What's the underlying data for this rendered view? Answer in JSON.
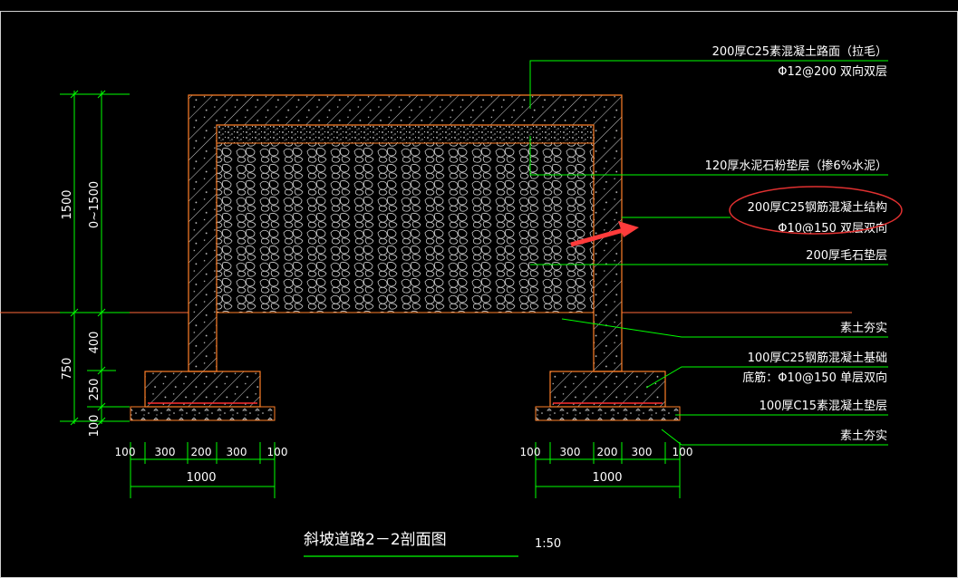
{
  "title": "斜坡道路2－2剖面图",
  "scale": "1:50",
  "colors": {
    "background": "#000000",
    "outline": "#ff7f27",
    "leader": "#00ff00",
    "dimension": "#00ff00",
    "rebar": "#ff3030",
    "hatch": "#d8d8d8",
    "highlight": "#e03030",
    "arrow": "#ff3b3b",
    "text": "#ffffff"
  },
  "labels": {
    "top_slab": "200厚C25素混凝土路面（拉毛）",
    "top_slab_rebar": "Φ12@200  双向双层",
    "cushion": "120厚水泥石粉垫层（掺6%水泥）",
    "rc_structure": "200厚C25钢筋混凝土结构",
    "rc_structure_rebar": "Φ10@150  双层双向",
    "rubble": "200厚毛石垫层",
    "soil_fill_top": "素土夯实",
    "footing": "100厚C25钢筋混凝土基础",
    "footing_rebar": "底筋：Φ10@150  单层双向",
    "plain_concrete": "100厚C15素混凝土垫层",
    "soil_fill_bottom": "素土夯实"
  },
  "vertical_dims": {
    "overall_upper": "1500",
    "inner_upper": "0~1500",
    "overall_lower": "750",
    "lower_400": "400",
    "lower_250": "250",
    "lower_100": "100"
  },
  "left_footing_dims": [
    "100",
    "300",
    "200",
    "300",
    "100"
  ],
  "left_footing_total": "1000",
  "right_footing_dims": [
    "100",
    "300",
    "200",
    "300",
    "100"
  ],
  "right_footing_total": "1000"
}
